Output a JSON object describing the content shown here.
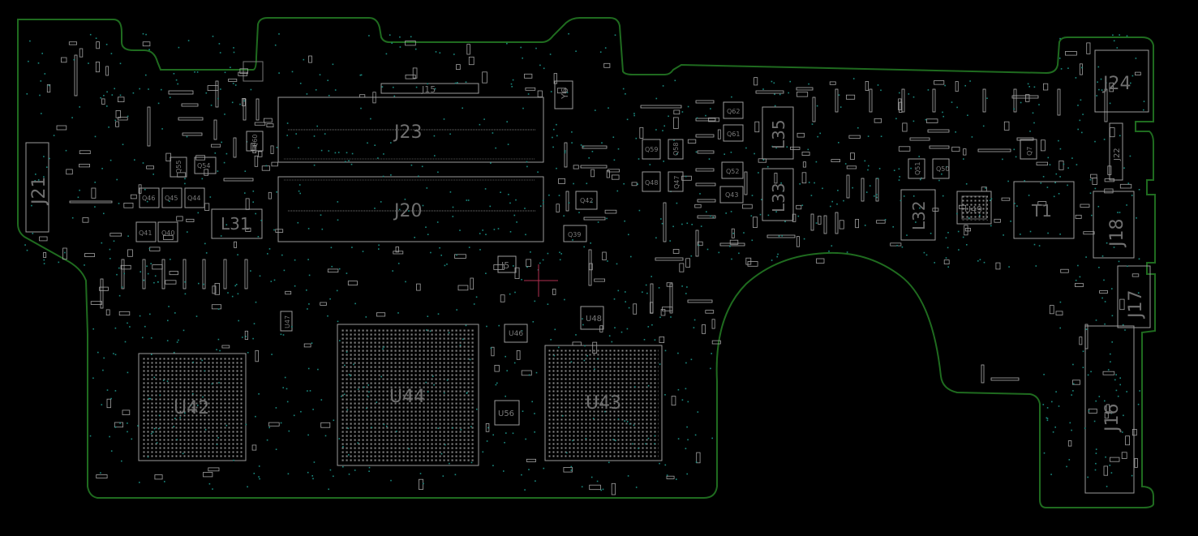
{
  "colors": {
    "background": "#000000",
    "board_outline": "#1f6b1f",
    "silkscreen": "#9a9a9a",
    "label": "#6f6f6f",
    "via": "#1a8a80",
    "cursor": "#b03050"
  },
  "components": {
    "J24": "J24",
    "J23": "J23",
    "J20": "J20",
    "J15": "J15",
    "J21": "J21",
    "J22": "J22",
    "J18": "J18",
    "J17": "J17",
    "J16": "J16",
    "J5": "J5",
    "L31": "L31",
    "L32": "L32",
    "L33": "L33",
    "L35": "L35",
    "T1": "T1",
    "U49": "U49",
    "U42": "U42",
    "U43": "U43",
    "U44": "U44",
    "U46": "U46",
    "U48": "U48",
    "U47": "U47",
    "U56": "U56",
    "Y6": "Y6",
    "Q7": "Q7",
    "Q39": "Q39",
    "Q40": "Q40",
    "Q41": "Q41",
    "Q42": "Q42",
    "Q43": "Q43",
    "Q44": "Q44",
    "Q45": "Q45",
    "Q46": "Q46",
    "Q47": "Q47",
    "Q48": "Q48",
    "Q50": "Q50",
    "Q51": "Q51",
    "Q52": "Q52",
    "Q54": "Q54",
    "Q55": "Q55",
    "Q58": "Q58",
    "Q59": "Q59",
    "Q60": "Q60",
    "Q61": "Q61",
    "Q62": "Q62"
  }
}
